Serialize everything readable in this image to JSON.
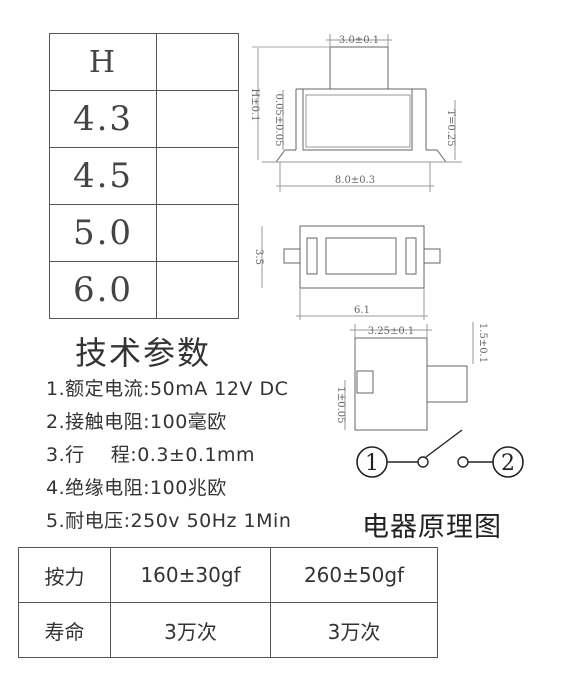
{
  "h_table": {
    "header": "H",
    "values": [
      "4.3",
      "4.5",
      "5.0",
      "6.0"
    ]
  },
  "drawing_dims": {
    "top_width": "3.0±0.1",
    "h_label": "H±0.1",
    "inner_h": "0.05±0.05",
    "thickness": "T=0.25",
    "bottom_width": "8.0±0.3",
    "side_h": "3.5",
    "body_len": "6.1",
    "small_w": "3.25±0.1",
    "right_h": "1.5±0.1",
    "left_h": "1±0.05"
  },
  "specs": {
    "title": "技术参数",
    "items": [
      "1.额定电流:50mA 12V DC",
      "2.接触电阻:100毫欧",
      "3.行    程:0.3±0.1mm",
      "4.绝缘电阻:100兆欧",
      "5.耐电压:250v 50Hz 1Min"
    ]
  },
  "circuit": {
    "node1": "1",
    "node2": "2",
    "title": "电器原理图"
  },
  "force_table": {
    "rows": [
      [
        "按力",
        "160±30gf",
        "260±50gf"
      ],
      [
        "寿命",
        "3万次",
        "3万次"
      ]
    ]
  }
}
